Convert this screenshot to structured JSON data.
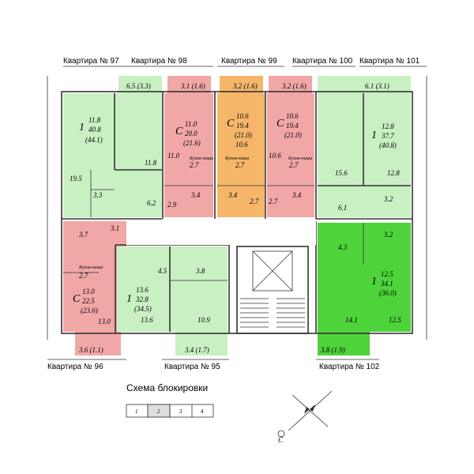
{
  "colors": {
    "green_light": "#c9f0c3",
    "green_bright": "#4ed33a",
    "pink": "#f2a7a7",
    "orange": "#f6b66a",
    "wall": "#333333"
  },
  "apartments": {
    "a97": {
      "label": "Квартира № 97",
      "type": "1",
      "area_living": "11.8",
      "area_total": "40.8",
      "area_full": "(44.1)",
      "balcony": "6.5 (3.3)",
      "rooms": [
        "11.8",
        "19.5",
        "3.3",
        "6.2"
      ]
    },
    "a98": {
      "label": "Квартира № 98",
      "type": "С",
      "area_living": "11.0",
      "area_total": "20.0",
      "area_full": "(21.6)",
      "balcony": "3.1 (1.6)",
      "rooms": [
        "11.0",
        "2.7",
        "3.4",
        "2.9"
      ]
    },
    "a99": {
      "label": "Квартира № 99",
      "type": "С",
      "area_living": "10.6",
      "area_total": "19.4",
      "area_full": "(21.0)",
      "balcony": "3.2 (1.6)",
      "rooms": [
        "10.6",
        "2.7",
        "3.4",
        "2.7"
      ]
    },
    "a100": {
      "label": "Квартира № 100",
      "type": "С",
      "area_living": "10.6",
      "area_total": "19.4",
      "area_full": "(21.0)",
      "balcony": "3.2 (1.6)",
      "rooms": [
        "10.6",
        "2.7",
        "3.4",
        "2.7"
      ]
    },
    "a101": {
      "label": "Квартира № 101",
      "type": "1",
      "area_living": "12.8",
      "area_total": "37.7",
      "area_full": "(40.8)",
      "balcony": "6.1 (3.1)",
      "rooms": [
        "15.6",
        "12.8",
        "6.1",
        "3.2"
      ]
    },
    "a96": {
      "label": "Квартира № 96",
      "type": "С",
      "area_living": "13.0",
      "area_total": "22.5",
      "area_full": "(23.6)",
      "balcony": "3.6 (1.1)",
      "rooms": [
        "3.7",
        "3.1",
        "2.7",
        "13.0"
      ]
    },
    "a95": {
      "label": "Квартира № 95",
      "type": "1",
      "area_living": "13.6",
      "area_total": "32.8",
      "area_full": "(34.5)",
      "balcony": "3.4 (1.7)",
      "rooms": [
        "4.5",
        "3.8",
        "13.6",
        "10.9"
      ]
    },
    "a102": {
      "label": "Квартира № 102",
      "type": "1",
      "area_living": "12.5",
      "area_total": "34.1",
      "area_full": "(36.0)",
      "balcony": "3.8 (1.9)",
      "rooms": [
        "4.3",
        "3.2",
        "14.1",
        "12.5"
      ]
    }
  },
  "kitchen_niche": "Кухня-ниша",
  "block_scheme": {
    "title": "Схема блокировки",
    "cells": [
      "1",
      "2",
      "3",
      "4"
    ]
  },
  "compass_letter": "С"
}
